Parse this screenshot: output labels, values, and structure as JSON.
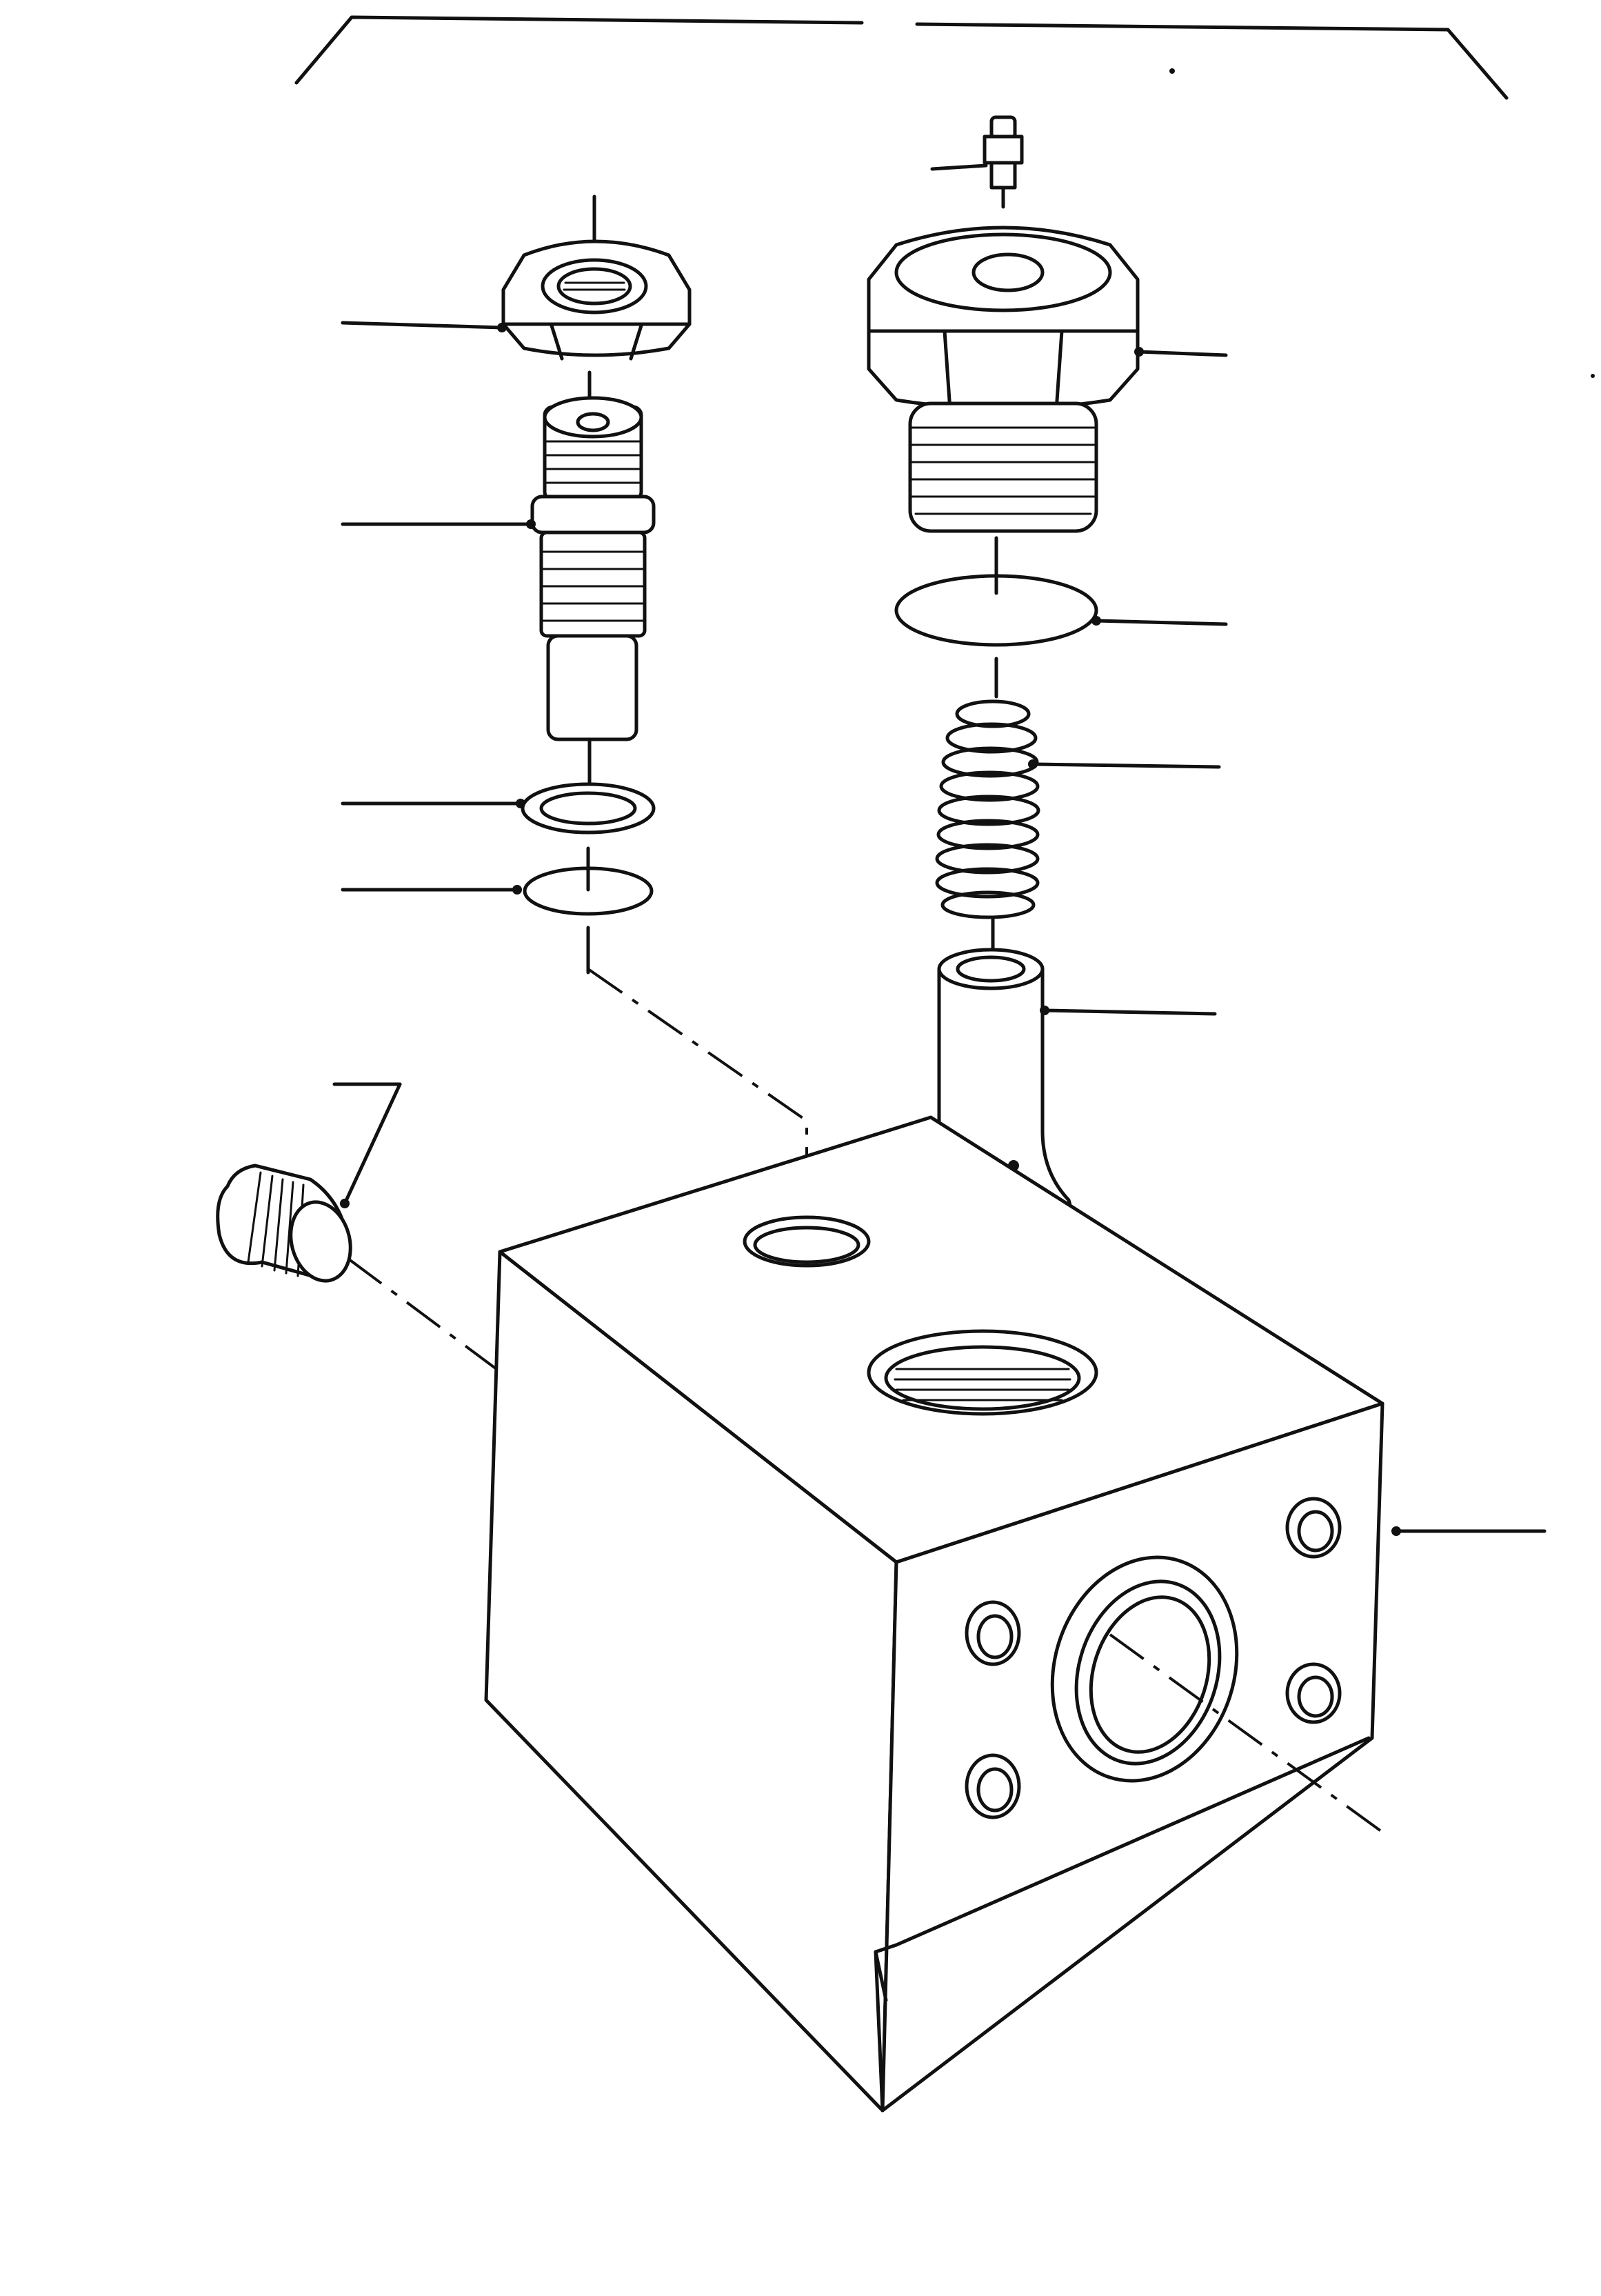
{
  "colors": {
    "ink": "#111111",
    "paper": "#ffffff"
  },
  "parts": [
    {
      "name": "grease-nipple"
    },
    {
      "name": "hex-lock-nut"
    },
    {
      "name": "threaded-plug-with-hex"
    },
    {
      "name": "threaded-stem-fitting"
    },
    {
      "name": "large-o-ring"
    },
    {
      "name": "valve-spring"
    },
    {
      "name": "washer-ring"
    },
    {
      "name": "small-o-ring"
    },
    {
      "name": "valve-piston"
    },
    {
      "name": "blanking-plug"
    },
    {
      "name": "valve-body-block"
    }
  ]
}
